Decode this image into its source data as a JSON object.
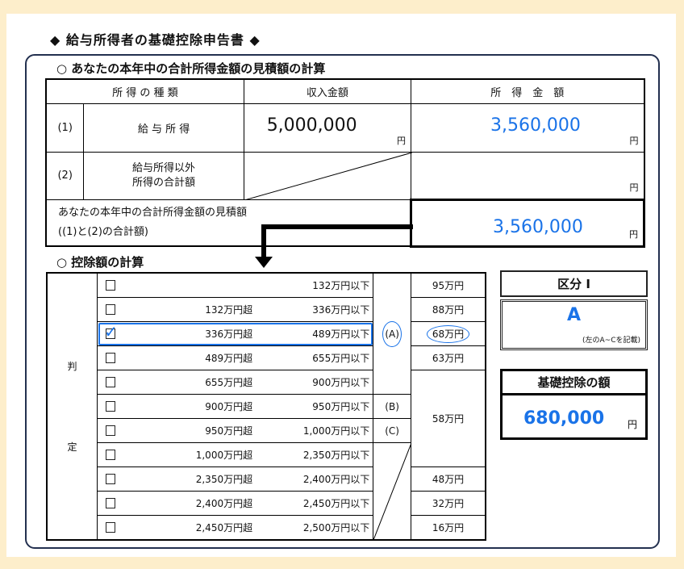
{
  "title": "◆ 給与所得者の基礎控除申告書 ◆",
  "section1": {
    "heading": "○ あなたの本年中の合計所得金額の見積額の計算",
    "headers": [
      "所 得 の 種 類",
      "収入金額",
      "所　得　金　額"
    ],
    "rows": [
      {
        "num": "(1)",
        "label": "給 与 所 得",
        "income": "5,000,000",
        "income_unit": "円",
        "amount": "3,560,000",
        "amount_unit": "円"
      },
      {
        "num": "(2)",
        "label": "給与所得以外\n所得の合計額",
        "amount": "",
        "amount_unit": "円"
      }
    ],
    "total_label_line1": "あなたの本年中の合計所得金額の見積額",
    "total_label_line2": "((1)と(2)の合計額)",
    "total_amount": "3,560,000",
    "total_unit": "円"
  },
  "section2": {
    "heading": "○ 控除額の計算",
    "side_label_1": "判",
    "side_label_2": "定",
    "rows": [
      {
        "from": "",
        "to": "132万円以下",
        "checked": false
      },
      {
        "from": "132万円超",
        "to": "336万円以下",
        "checked": false
      },
      {
        "from": "336万円超",
        "to": "489万円以下",
        "checked": true
      },
      {
        "from": "489万円超",
        "to": "655万円以下",
        "checked": false
      },
      {
        "from": "655万円超",
        "to": "900万円以下",
        "checked": false
      },
      {
        "from": "900万円超",
        "to": "950万円以下",
        "checked": false
      },
      {
        "from": "950万円超",
        "to": "1,000万円以下",
        "checked": false
      },
      {
        "from": "1,000万円超",
        "to": "2,350万円以下",
        "checked": false
      },
      {
        "from": "2,350万円超",
        "to": "2,400万円以下",
        "checked": false
      },
      {
        "from": "2,400万円超",
        "to": "2,450万円以下",
        "checked": false
      },
      {
        "from": "2,450万円超",
        "to": "2,500万円以下",
        "checked": false
      }
    ],
    "categories": [
      "(A)",
      "(B)",
      "(C)"
    ],
    "amounts": [
      "95万円",
      "88万円",
      "68万円",
      "63万円",
      "58万円",
      "48万円",
      "32万円",
      "16万円"
    ]
  },
  "kubun": {
    "label": "区分 I",
    "value": "A",
    "note": "(左のA~Cを記載)"
  },
  "deduction": {
    "label": "基礎控除の額",
    "value": "680,000",
    "unit": "円"
  },
  "colors": {
    "accent": "#1a73e8",
    "frame": "#23304f"
  }
}
